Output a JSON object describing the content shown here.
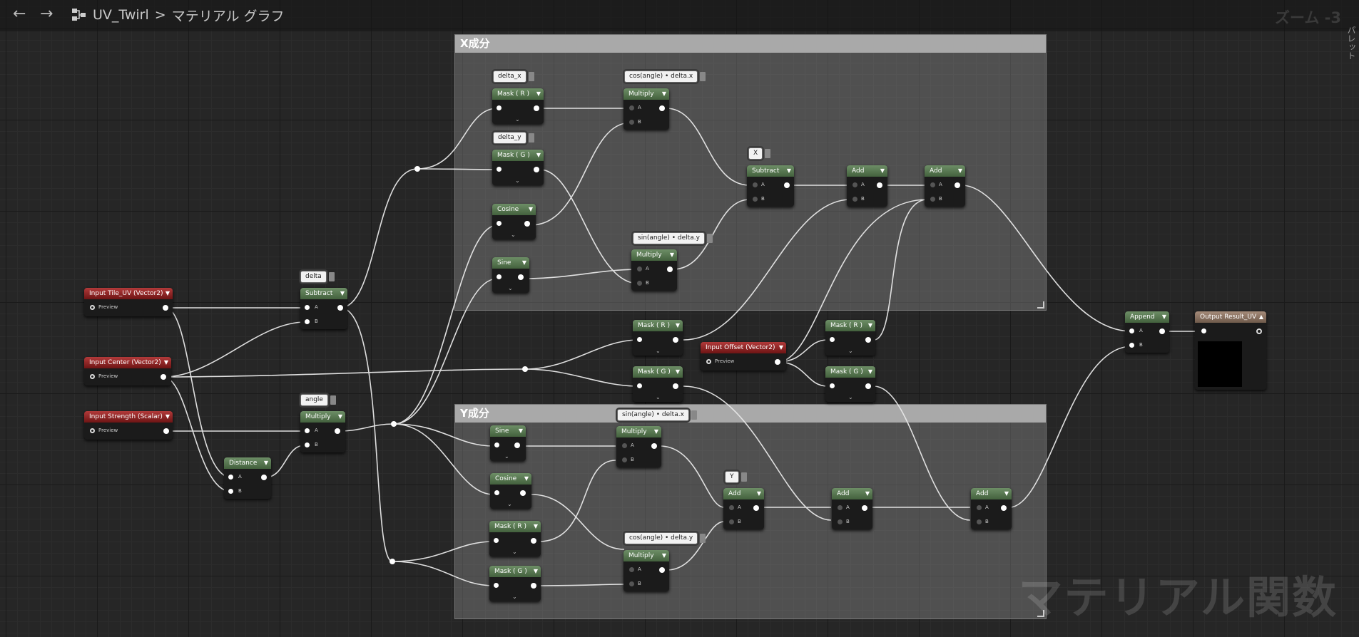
{
  "header": {
    "back_icon": "arrow-left-icon",
    "forward_icon": "arrow-right-icon",
    "graph_icon": "material-graph-icon",
    "asset_name": "UV_Twirl",
    "separator": ">",
    "graph_name": "マテリアル グラフ",
    "zoom": "ズーム -3"
  },
  "side_tab": "パレット",
  "watermark": "マテリアル関数",
  "comments": [
    {
      "title": "X成分"
    },
    {
      "title": "Y成分"
    }
  ],
  "nodes": [
    {
      "id": "in_uv",
      "label": "Input Tile_UV (Vector2)",
      "kind": "input",
      "preview": "Preview"
    },
    {
      "id": "in_center",
      "label": "Input Center (Vector2)",
      "kind": "input",
      "preview": "Preview"
    },
    {
      "id": "in_strength",
      "label": "Input Strength (Scalar)",
      "kind": "input",
      "preview": "Preview"
    },
    {
      "id": "in_offset",
      "label": "Input Offset (Vector2)",
      "kind": "input",
      "preview": "Preview"
    },
    {
      "id": "sub_delta",
      "label": "Subtract",
      "pins": [
        "A",
        "B"
      ]
    },
    {
      "id": "mul_angle",
      "label": "Multiply",
      "pins": [
        "A",
        "B"
      ]
    },
    {
      "id": "dist",
      "label": "Distance",
      "pins": [
        "A",
        "B"
      ]
    },
    {
      "id": "maskR_x",
      "label": "Mask ( R )"
    },
    {
      "id": "maskG_x",
      "label": "Mask ( G )"
    },
    {
      "id": "cos_x",
      "label": "Cosine"
    },
    {
      "id": "sin_x",
      "label": "Sine"
    },
    {
      "id": "mul_x1",
      "label": "Multiply",
      "pins": [
        "A",
        "B"
      ]
    },
    {
      "id": "mul_x2",
      "label": "Multiply",
      "pins": [
        "A",
        "B"
      ]
    },
    {
      "id": "sub_x",
      "label": "Subtract",
      "pins": [
        "A",
        "B"
      ]
    },
    {
      "id": "add_x1",
      "label": "Add",
      "pins": [
        "A",
        "B"
      ]
    },
    {
      "id": "add_x2",
      "label": "Add",
      "pins": [
        "A",
        "B"
      ]
    },
    {
      "id": "maskR_c",
      "label": "Mask ( R )"
    },
    {
      "id": "maskG_c",
      "label": "Mask ( G )"
    },
    {
      "id": "maskR_o",
      "label": "Mask ( R )"
    },
    {
      "id": "maskG_o",
      "label": "Mask ( G )"
    },
    {
      "id": "sin_y",
      "label": "Sine"
    },
    {
      "id": "cos_y",
      "label": "Cosine"
    },
    {
      "id": "maskR_y",
      "label": "Mask ( R )"
    },
    {
      "id": "maskG_y",
      "label": "Mask ( G )"
    },
    {
      "id": "mul_y1",
      "label": "Multiply",
      "pins": [
        "A",
        "B"
      ]
    },
    {
      "id": "mul_y2",
      "label": "Multiply",
      "pins": [
        "A",
        "B"
      ]
    },
    {
      "id": "add_y1",
      "label": "Add",
      "pins": [
        "A",
        "B"
      ]
    },
    {
      "id": "add_y2",
      "label": "Add",
      "pins": [
        "A",
        "B"
      ]
    },
    {
      "id": "add_y3",
      "label": "Add",
      "pins": [
        "A",
        "B"
      ]
    },
    {
      "id": "append",
      "label": "Append",
      "pins": [
        "A",
        "B"
      ]
    },
    {
      "id": "output",
      "label": "Output Result_UV",
      "kind": "output"
    }
  ],
  "bubbles": [
    {
      "id": "b_delta",
      "text": "delta"
    },
    {
      "id": "b_angle",
      "text": "angle"
    },
    {
      "id": "b_dx",
      "text": "delta_x"
    },
    {
      "id": "b_dy",
      "text": "delta_y"
    },
    {
      "id": "b_cosdx",
      "text": "cos(angle) • delta.x"
    },
    {
      "id": "b_sindy",
      "text": "sin(angle) • delta.y"
    },
    {
      "id": "b_X",
      "text": "X"
    },
    {
      "id": "b_sindx",
      "text": "sin(angle) • delta.x"
    },
    {
      "id": "b_Y",
      "text": "Y"
    },
    {
      "id": "b_cosdy",
      "text": "cos(angle) • delta.y"
    }
  ],
  "colors": {
    "input_header": "#8c2424",
    "op_header": "#55764f",
    "output_header": "#8a7463",
    "wire": "#e8e8e8",
    "comment_title": "#a9a9a9"
  }
}
